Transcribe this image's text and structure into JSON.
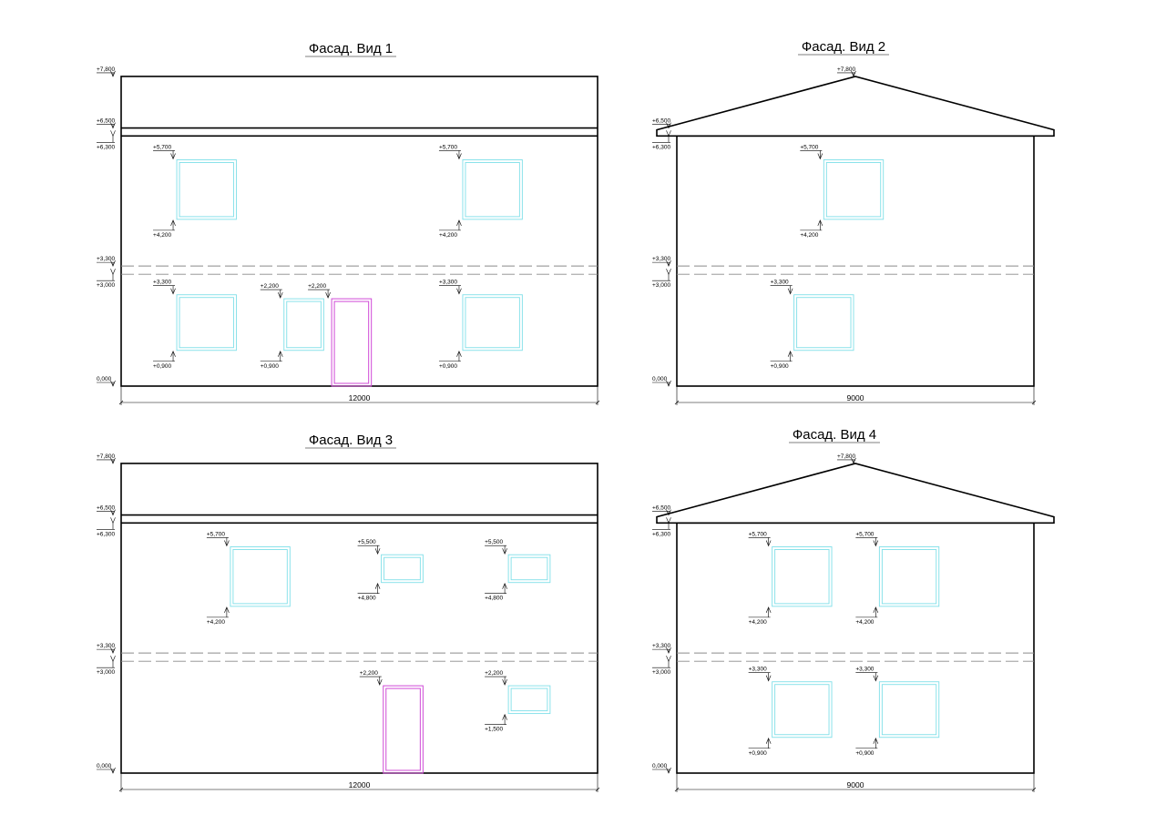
{
  "colors": {
    "line": "#000000",
    "window": "#7fdfe8",
    "door": "#d04ad6",
    "floor_line": "#8a8a8a"
  },
  "facades": [
    {
      "title": "Фасад. Вид 1",
      "roof": "flat",
      "width_dim": "12000",
      "levels": [
        {
          "text": "+7,800",
          "pos": "top",
          "y": 7.8
        },
        {
          "text": "+6,500",
          "pos": "top",
          "y": 6.5
        },
        {
          "text": "+6,300",
          "pos": "bottom",
          "y": 6.3
        },
        {
          "text": "+3,300",
          "pos": "top",
          "y": 3.3
        },
        {
          "text": "+3,000",
          "pos": "bottom",
          "y": 3.0
        },
        {
          "text": "0,000",
          "pos": "top",
          "y": 0
        }
      ],
      "openings": [
        {
          "type": "window",
          "x0": 1.4,
          "x1": 2.9,
          "top": 5.7,
          "bottom": 4.2,
          "top_label": "+5,700",
          "bottom_label": "+4,200"
        },
        {
          "type": "window",
          "x0": 8.6,
          "x1": 10.1,
          "top": 5.7,
          "bottom": 4.2,
          "top_label": "+5,700",
          "bottom_label": "+4,200"
        },
        {
          "type": "window",
          "x0": 1.4,
          "x1": 2.9,
          "top": 2.3,
          "bottom": 0.9,
          "top_label": "+3,300",
          "bottom_label": "+0,900"
        },
        {
          "type": "window",
          "x0": 4.1,
          "x1": 5.1,
          "top": 2.2,
          "bottom": 0.9,
          "top_label": "+2,200",
          "bottom_label": "+0,900"
        },
        {
          "type": "door",
          "x0": 5.3,
          "x1": 6.3,
          "top": 2.2,
          "bottom": 0,
          "top_label": "+2,200",
          "bottom_label": ""
        },
        {
          "type": "window",
          "x0": 8.6,
          "x1": 10.1,
          "top": 2.3,
          "bottom": 0.9,
          "top_label": "+3,300",
          "bottom_label": "+0,900"
        }
      ]
    },
    {
      "title": "Фасад. Вид 2",
      "roof": "gable",
      "width_dim": "9000",
      "levels": [
        {
          "text": "+7,800",
          "pos": "ridge",
          "y": 7.8
        },
        {
          "text": "+6,500",
          "pos": "top",
          "y": 6.5
        },
        {
          "text": "+6,300",
          "pos": "bottom",
          "y": 6.3
        },
        {
          "text": "+3,300",
          "pos": "top",
          "y": 3.3
        },
        {
          "text": "+3,000",
          "pos": "bottom",
          "y": 3.0
        },
        {
          "text": "0,000",
          "pos": "top",
          "y": 0
        }
      ],
      "openings": [
        {
          "type": "window",
          "x0": 3.7,
          "x1": 5.2,
          "top": 5.7,
          "bottom": 4.2,
          "top_label": "+5,700",
          "bottom_label": "+4,200"
        },
        {
          "type": "window",
          "x0": 2.95,
          "x1": 4.45,
          "top": 2.3,
          "bottom": 0.9,
          "top_label": "+3,300",
          "bottom_label": "+0,900"
        }
      ]
    },
    {
      "title": "Фасад. Вид 3",
      "roof": "flat",
      "width_dim": "12000",
      "levels": [
        {
          "text": "+7,800",
          "pos": "top",
          "y": 7.8
        },
        {
          "text": "+6,500",
          "pos": "top",
          "y": 6.5
        },
        {
          "text": "+6,300",
          "pos": "bottom",
          "y": 6.3
        },
        {
          "text": "+3,300",
          "pos": "top",
          "y": 3.3
        },
        {
          "text": "+3,000",
          "pos": "bottom",
          "y": 3.0
        },
        {
          "text": "0,000",
          "pos": "top",
          "y": 0
        }
      ],
      "openings": [
        {
          "type": "window",
          "x0": 2.75,
          "x1": 4.25,
          "top": 5.7,
          "bottom": 4.2,
          "top_label": "+5,700",
          "bottom_label": "+4,200"
        },
        {
          "type": "window",
          "x0": 6.55,
          "x1": 7.6,
          "top": 5.5,
          "bottom": 4.8,
          "top_label": "+5,500",
          "bottom_label": "+4,800"
        },
        {
          "type": "window",
          "x0": 9.75,
          "x1": 10.8,
          "top": 5.5,
          "bottom": 4.8,
          "top_label": "+5,500",
          "bottom_label": "+4,800"
        },
        {
          "type": "door",
          "x0": 6.6,
          "x1": 7.6,
          "top": 2.2,
          "bottom": 0,
          "top_label": "+2,200",
          "bottom_label": ""
        },
        {
          "type": "window",
          "x0": 9.75,
          "x1": 10.8,
          "top": 2.2,
          "bottom": 1.5,
          "top_label": "+2,200",
          "bottom_label": "+1,500"
        }
      ]
    },
    {
      "title": "Фасад. Вид 4",
      "roof": "gable",
      "width_dim": "9000",
      "levels": [
        {
          "text": "+7,800",
          "pos": "ridge",
          "y": 7.8
        },
        {
          "text": "+6,500",
          "pos": "top",
          "y": 6.5
        },
        {
          "text": "+6,300",
          "pos": "bottom",
          "y": 6.3
        },
        {
          "text": "+3,300",
          "pos": "top",
          "y": 3.3
        },
        {
          "text": "+3,000",
          "pos": "bottom",
          "y": 3.0
        },
        {
          "text": "0,000",
          "pos": "top",
          "y": 0
        }
      ],
      "openings": [
        {
          "type": "window",
          "x0": 2.4,
          "x1": 3.9,
          "top": 5.7,
          "bottom": 4.2,
          "top_label": "+5,700",
          "bottom_label": "+4,200"
        },
        {
          "type": "window",
          "x0": 5.1,
          "x1": 6.6,
          "top": 5.7,
          "bottom": 4.2,
          "top_label": "+5,700",
          "bottom_label": "+4,200"
        },
        {
          "type": "window",
          "x0": 2.4,
          "x1": 3.9,
          "top": 2.3,
          "bottom": 0.9,
          "top_label": "+3,300",
          "bottom_label": "+0,900"
        },
        {
          "type": "window",
          "x0": 5.1,
          "x1": 6.6,
          "top": 2.3,
          "bottom": 0.9,
          "top_label": "+3,300",
          "bottom_label": "+0,900"
        }
      ]
    }
  ]
}
